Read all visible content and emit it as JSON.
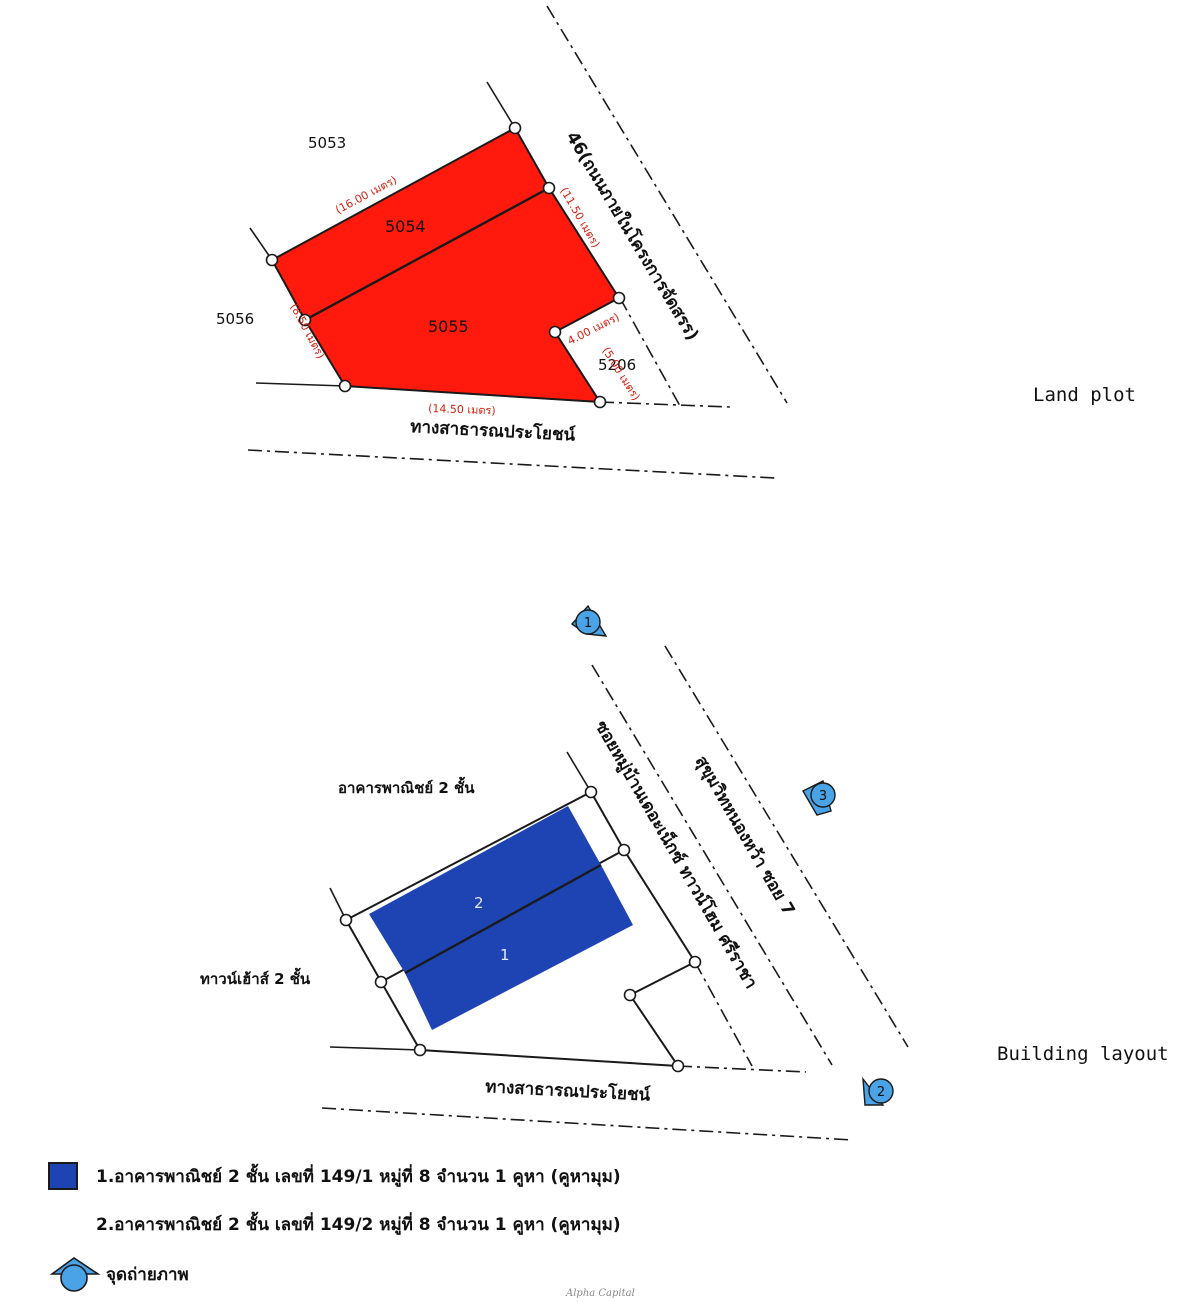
{
  "colors": {
    "land_fill": "#ff1a0d",
    "building_fill": "#1e44b4",
    "dimension_text": "#d42010",
    "marker_fill": "#4aa3e6",
    "line": "#1a1a1a"
  },
  "land_plot": {
    "caption": "Land plot",
    "parcels": [
      {
        "id": "5054",
        "label": "5054"
      },
      {
        "id": "5055",
        "label": "5055"
      }
    ],
    "neighbors": [
      "5053",
      "5056",
      "5206"
    ],
    "road_top": "46(ถนนภายในโครงการจัดสรร)",
    "road_bottom": "ทางสาธารณประโยชน์",
    "dimensions": [
      "(16.00 เมตร)",
      "(11.50 เมตร)",
      "4.00 เมตร)",
      "(5.00 เมตร)",
      "(8.50 เมตร)",
      "(14.50 เมตร)"
    ]
  },
  "building_layout": {
    "caption": "Building layout",
    "units": [
      "2",
      "1"
    ],
    "label_commercial": "อาคารพาณิชย์ 2 ชั้น",
    "label_townhouse": "ทาวน์เฮ้าส์ 2 ชั้น",
    "road_soi": "ซอยหมู่บ้านเดอะเน็กซ์ ทาวน์โฮม ศรีราชา",
    "road_main": "สุขุมวิทหนองหว้า ซอย 7",
    "road_bottom": "ทางสาธารณประโยชน์",
    "photo_points": [
      "1",
      "2",
      "3"
    ]
  },
  "legend": [
    {
      "text": "1.อาคารพาณิชย์ 2 ชั้น  เลขที่ 149/1 หมู่ที่ 8  จำนวน 1 คูหา (คูหามุม)",
      "swatch": "building"
    },
    {
      "text": "2.อาคารพาณิชย์ 2 ชั้น  เลขที่ 149/2 หมู่ที่ 8  จำนวน 1 คูหา (คูหามุม)",
      "swatch": "none"
    },
    {
      "text": "จุดถ่ายภาพ",
      "swatch": "marker"
    }
  ],
  "footer": "Alpha Capital"
}
